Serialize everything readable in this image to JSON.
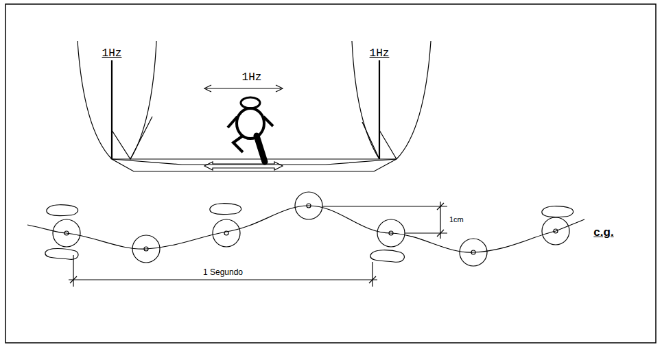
{
  "diagram": {
    "labels": [
      "1Hz",
      "1Hz",
      "1Hz",
      "1cm",
      "1 Segundo",
      "c.g."
    ]
  }
}
